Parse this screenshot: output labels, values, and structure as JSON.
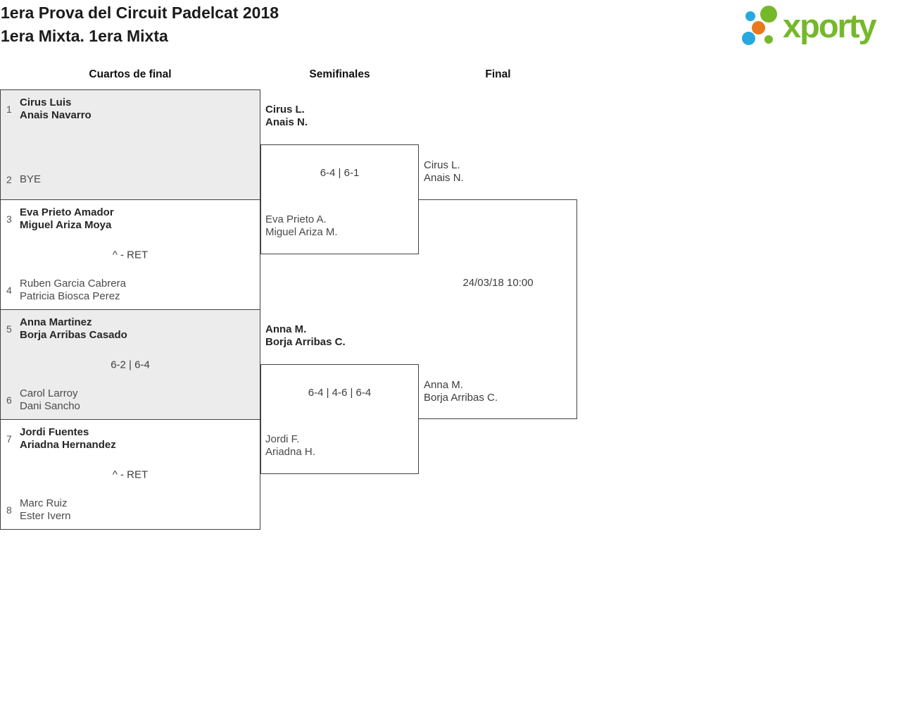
{
  "header": {
    "title_line1": "1era Prova del Circuit Padelcat 2018",
    "title_line2": "1era Mixta. 1era Mixta",
    "logo_text": "xporty"
  },
  "columns": {
    "quarterfinals": "Cuartos de final",
    "semifinals": "Semifinales",
    "final": "Final"
  },
  "colors": {
    "brand_green": "#76b82b",
    "brand_blue": "#29a8e0",
    "brand_orange": "#e8791d",
    "block_gray": "#ececec",
    "border": "#424242",
    "winner_text": "#262626",
    "loser_text": "#4a4a4a",
    "score_text": "#3d3d3d"
  },
  "bracket": {
    "quarterfinals": [
      {
        "seed1": "1",
        "team1": [
          "Cirus Luis",
          "Anais Navarro"
        ],
        "score": "",
        "seed2": "2",
        "team2": [
          "BYE"
        ]
      },
      {
        "seed1": "3",
        "team1": [
          "Eva Prieto Amador",
          "Miguel Ariza Moya"
        ],
        "score": "^ - RET",
        "seed2": "4",
        "team2": [
          "Ruben Garcia Cabrera",
          "Patricia Biosca Perez"
        ]
      },
      {
        "seed1": "5",
        "team1": [
          "Anna Martinez",
          "Borja Arribas Casado"
        ],
        "score": "6-2 | 6-4",
        "seed2": "6",
        "team2": [
          "Carol Larroy",
          "Dani Sancho"
        ]
      },
      {
        "seed1": "7",
        "team1": [
          "Jordi Fuentes",
          "Ariadna Hernandez"
        ],
        "score": "^ - RET",
        "seed2": "8",
        "team2": [
          "Marc Ruiz",
          "Ester Ivern"
        ]
      }
    ],
    "semifinals": [
      {
        "team1": [
          "Cirus L.",
          "Anais N."
        ],
        "score": "6-4 | 6-1",
        "team2": [
          "Eva Prieto A.",
          "Miguel Ariza M."
        ],
        "winner": [
          "Cirus L.",
          "Anais N."
        ]
      },
      {
        "team1": [
          "Anna M.",
          "Borja Arribas C."
        ],
        "score": "6-4 | 4-6 | 6-4",
        "team2": [
          "Jordi F.",
          "Ariadna H."
        ],
        "winner": [
          "Anna M.",
          "Borja Arribas C."
        ]
      }
    ],
    "final": {
      "schedule": "24/03/18 10:00"
    }
  }
}
